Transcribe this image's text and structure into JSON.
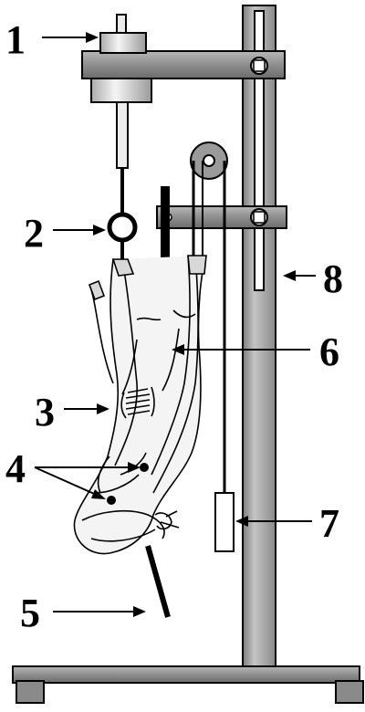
{
  "labels": {
    "l1": "1",
    "l2": "2",
    "l3": "3",
    "l4": "4",
    "l5": "5",
    "l6": "6",
    "l7": "7",
    "l8": "8"
  },
  "colors": {
    "metal_light": "#c8c8c8",
    "metal_mid": "#9a9a9a",
    "metal_dark": "#6e6e6e",
    "outline": "#000000",
    "tissue": "#f2f2f2"
  }
}
